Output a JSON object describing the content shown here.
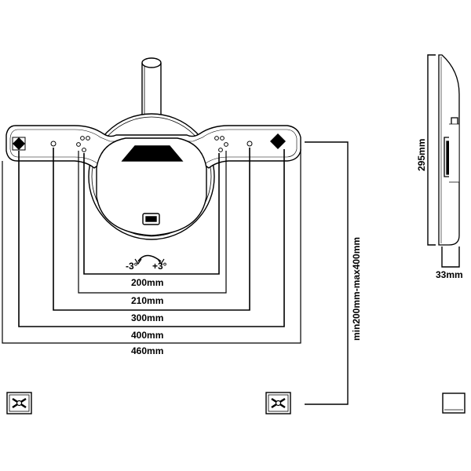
{
  "dimensions": {
    "d200": "200mm",
    "d210": "210mm",
    "d300": "300mm",
    "d400": "400mm",
    "d460": "460mm",
    "vertical_range": "min200mm-max400mm",
    "height": "295mm",
    "depth": "33mm"
  },
  "tilt": {
    "minus": "-3°",
    "plus": "+3°"
  },
  "colors": {
    "line": "#000000",
    "background": "#ffffff",
    "gray": "#888888"
  }
}
